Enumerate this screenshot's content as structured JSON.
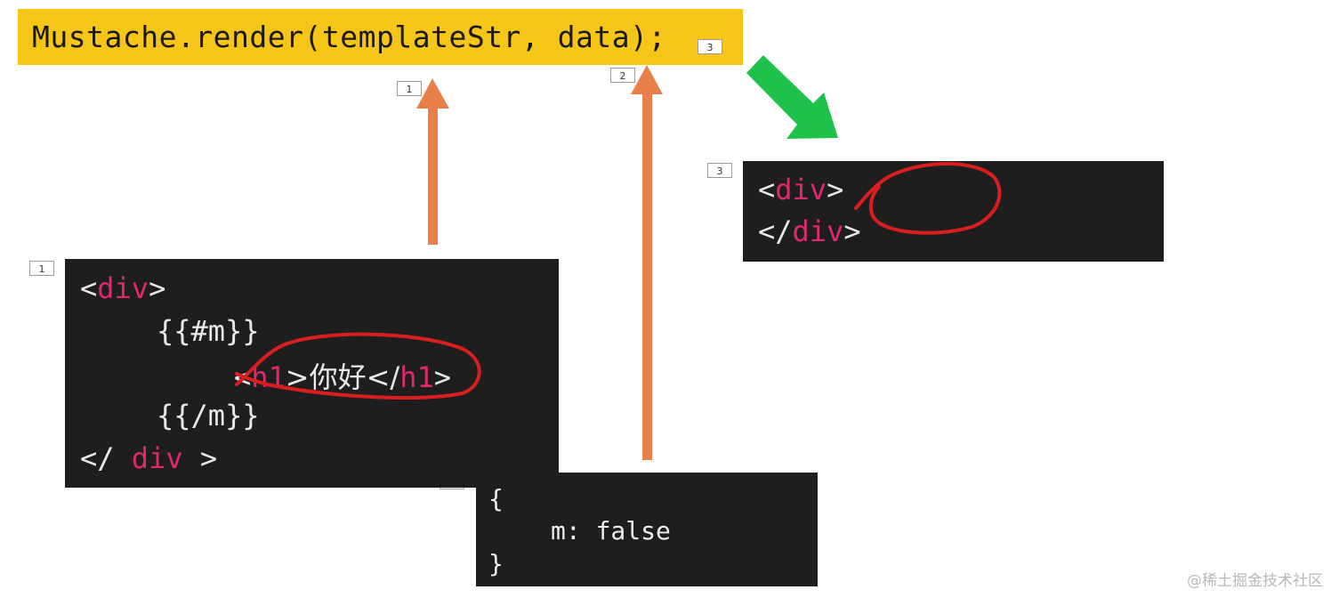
{
  "title": {
    "code": "Mustache.render(templateStr, data);",
    "background": "#f5c518"
  },
  "labels": {
    "template": "1",
    "data": "3",
    "result": "3",
    "render_output": "3",
    "arrow_template": "1",
    "arrow_data": "2"
  },
  "template_panel": {
    "lines": [
      {
        "pre": "<",
        "tag": "div",
        "post": ">"
      },
      {
        "text": "{{#m}}"
      },
      {
        "pre": "<",
        "tag": "h1",
        "mid": ">你好</",
        "tag2": "h1",
        "post": ">"
      },
      {
        "text": "{{/m}}"
      },
      {
        "pre": "</ ",
        "tag": "div",
        "post": " >"
      }
    ]
  },
  "data_panel": {
    "lines": [
      "{",
      "m: false",
      "}"
    ]
  },
  "result_panel": {
    "lines": [
      {
        "pre": "<",
        "tag": "div",
        "post": ">"
      },
      {
        "pre": "</",
        "tag": "div",
        "post": ">"
      }
    ]
  },
  "colors": {
    "arrow_orange": "#e8804a",
    "arrow_green": "#1ec24a",
    "highlight_red": "#d81e1e",
    "tag_pink": "#e0286f",
    "panel_bg": "#1e1e1e"
  },
  "watermark": "@稀土掘金技术社区"
}
